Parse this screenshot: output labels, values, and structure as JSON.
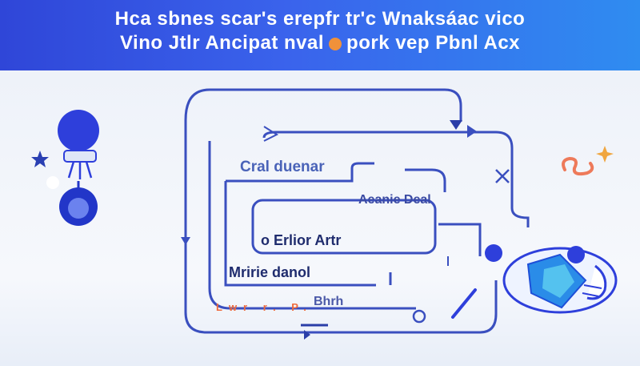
{
  "banner": {
    "line1": "Hca sbnes scar's erepfr tr'c Wnaksáac vico",
    "line2a": "Vino Jtlr Ancipat nval",
    "line2b": "pork vep Pbnl Acx"
  },
  "diagram": {
    "label_top": "Cral duenar",
    "label_right": "Aeanie Deal",
    "label_middle": "o Erlior Artr",
    "label_lower": "Mririe danol",
    "label_bottom": "Bhrh",
    "label_orange": "Lwr r. P."
  },
  "colors": {
    "banner_start": "#2f46d8",
    "banner_end": "#2f8cf0",
    "line": "#3a4fbf",
    "accent_orange": "#f0913a",
    "accent_blue": "#1e4fd8"
  }
}
